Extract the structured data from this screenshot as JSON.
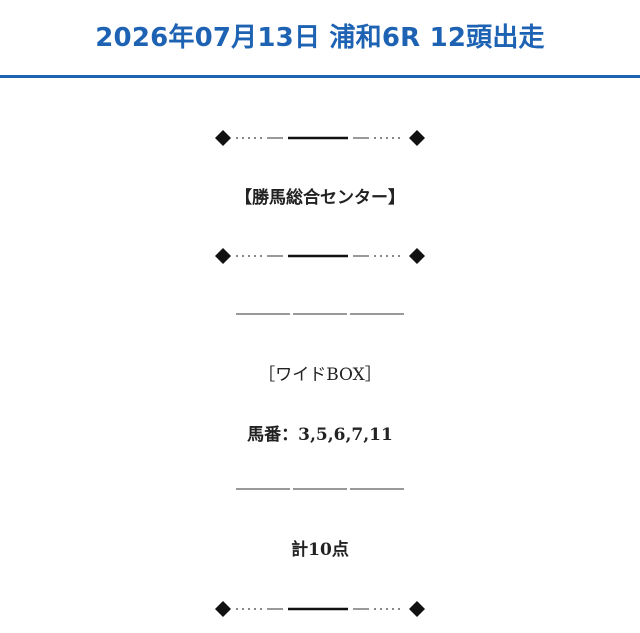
{
  "header": {
    "title": "2026年07月13日 浦和6R 12頭出走",
    "accent_color": "#1e63b3"
  },
  "content": {
    "source_label": "【勝馬総合センター】",
    "bet_type": "［ワイドBOX］",
    "horse_numbers": "馬番：3,5,6,7,11",
    "total": "計10点"
  },
  "ornament_icon": "diamond-dotted-rule-ornament",
  "divider_icon": "three-segment-rule"
}
